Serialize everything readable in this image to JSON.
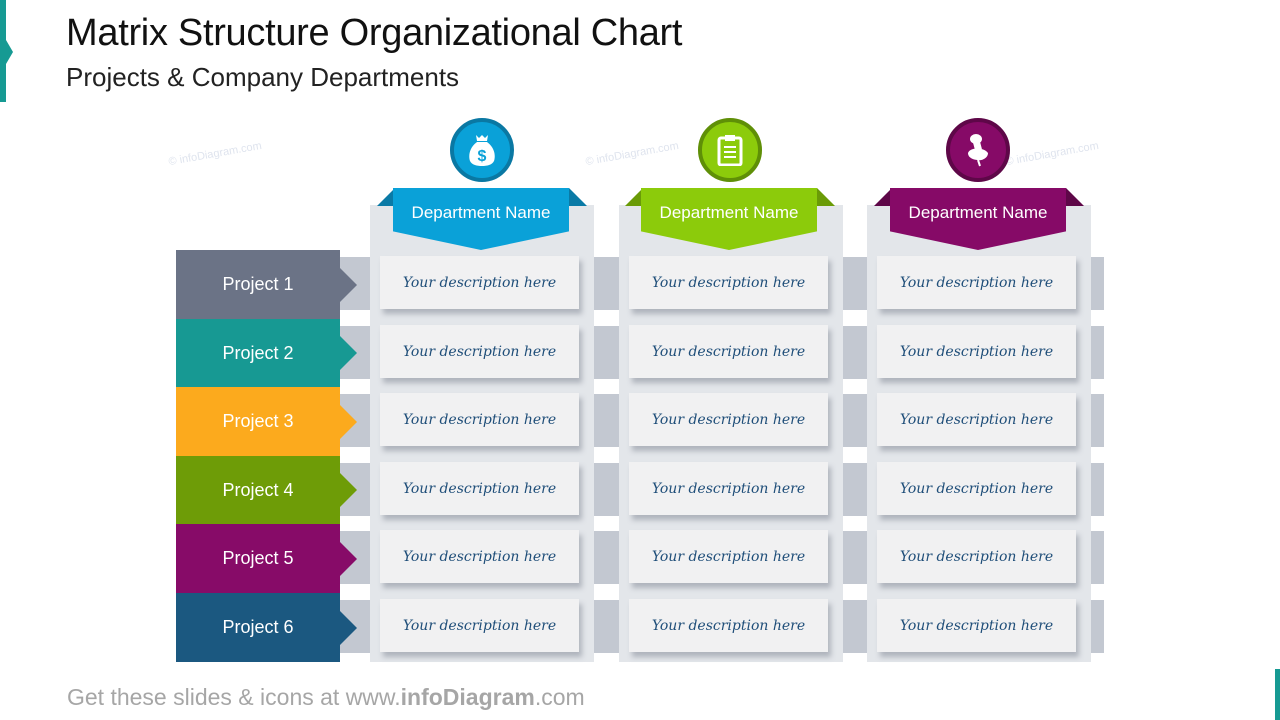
{
  "header": {
    "title": "Matrix Structure Organizational Chart",
    "subtitle": "Projects & Company Departments"
  },
  "watermark": "© infoDiagram.com",
  "departments": [
    {
      "name": "Department Name",
      "icon": "money-bag-icon",
      "color": "#0aa1d8",
      "fold_color": "#0a7aa6",
      "circle_border": "#0a78a3"
    },
    {
      "name": "Department Name",
      "icon": "clipboard-icon",
      "color": "#8ccb0b",
      "fold_color": "#6a9b07",
      "circle_border": "#5f8f07"
    },
    {
      "name": "Department Name",
      "icon": "pushpin-icon",
      "color": "#860a67",
      "fold_color": "#5e0748",
      "circle_border": "#5e0748"
    }
  ],
  "projects": [
    {
      "label": "Project 1",
      "color": "#6b7386"
    },
    {
      "label": "Project 2",
      "color": "#179993"
    },
    {
      "label": "Project 3",
      "color": "#fcaa1d"
    },
    {
      "label": "Project 4",
      "color": "#6e9c07"
    },
    {
      "label": "Project 5",
      "color": "#870b68"
    },
    {
      "label": "Project 6",
      "color": "#1b5880"
    }
  ],
  "cells": [
    [
      "Your description here",
      "Your description here",
      "Your description here"
    ],
    [
      "Your description here",
      "Your description here",
      "Your description here"
    ],
    [
      "Your description here",
      "Your description here",
      "Your description here"
    ],
    [
      "Your description here",
      "Your description here",
      "Your description here"
    ],
    [
      "Your description here",
      "Your description here",
      "Your description here"
    ],
    [
      "Your description here",
      "Your description here",
      "Your description here"
    ]
  ],
  "footer": {
    "prefix": "Get these slides & icons at www.",
    "brand": "infoDiagram",
    "suffix": ".com"
  },
  "colors": {
    "accent": "#169a93",
    "band": "#c3c8d1",
    "panel": "#e3e6ea",
    "card": "#f1f1f2",
    "card_text": "#1f4e79"
  }
}
